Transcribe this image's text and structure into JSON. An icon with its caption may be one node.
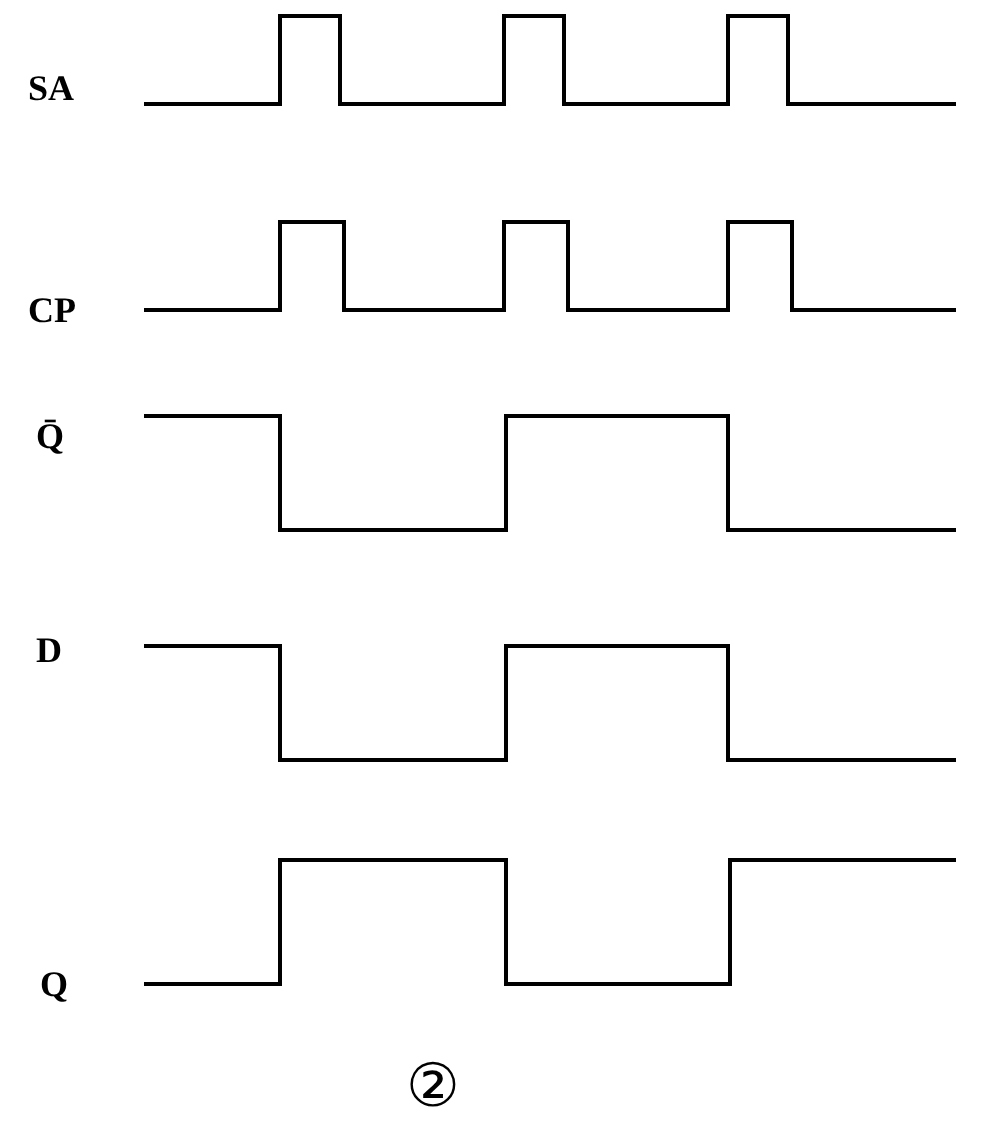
{
  "diagram": {
    "caption": "②",
    "labels": [
      "SA",
      "CP",
      "Q̄",
      "D",
      "Q"
    ]
  }
}
